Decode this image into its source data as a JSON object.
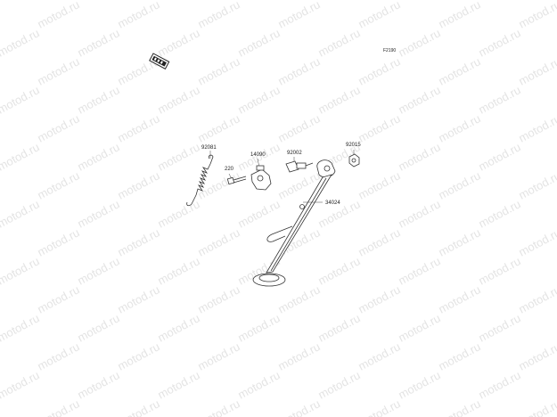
{
  "diagram": {
    "code": "F2190",
    "watermark": "motod.ru",
    "logo_icon": "kawasaki-logo-icon",
    "parts": [
      {
        "number": "92081",
        "name_icon": "spring-icon"
      },
      {
        "number": "14090",
        "name_icon": "bracket-icon"
      },
      {
        "number": "220",
        "name_icon": "bolt-icon"
      },
      {
        "number": "92002",
        "name_icon": "pivot-bolt-icon"
      },
      {
        "number": "92015",
        "name_icon": "nut-icon"
      },
      {
        "number": "34024",
        "name_icon": "side-stand-icon"
      }
    ]
  }
}
